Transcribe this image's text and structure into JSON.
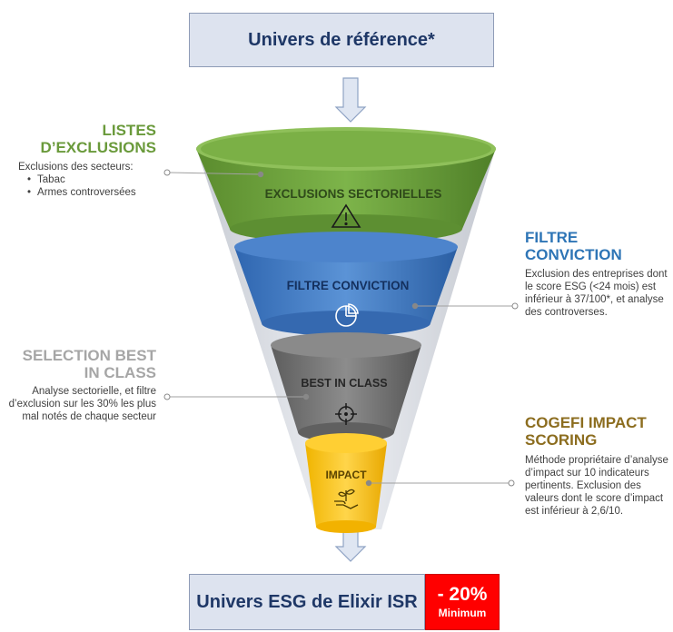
{
  "top_box": {
    "text": "Univers de référence*"
  },
  "bottom_box": {
    "text": "Univers ESG de Elixir ISR"
  },
  "badge": {
    "percent": "- 20%",
    "label": "Minimum",
    "color": "#ff0000"
  },
  "layers": [
    {
      "label": "EXCLUSIONS SECTORIELLES",
      "icon": "warning-icon",
      "color": "#71a441"
    },
    {
      "label": "FILTRE CONVICTION",
      "icon": "pie-chart-icon",
      "color": "#4a7ec4"
    },
    {
      "label": "BEST IN CLASS",
      "icon": "target-icon",
      "color": "#7f7f7f"
    },
    {
      "label": "IMPACT",
      "icon": "plant-hand-icon",
      "color": "#ffc000"
    }
  ],
  "annotations": {
    "exclusions": {
      "title": "LISTES D’EXCLUSIONS",
      "color": "#6a9a3b",
      "desc": "Exclusions des secteurs:",
      "items": [
        "Tabac",
        "Armes controversées"
      ]
    },
    "conviction": {
      "title": "FILTRE CONVICTION",
      "color": "#2e75b6",
      "desc": "Exclusion des entreprises dont le score ESG (<24 mois) est inférieur à 37/100*, et analyse des controverses."
    },
    "best_in_class": {
      "title": "SELECTION BEST IN CLASS",
      "color": "#a6a6a6",
      "desc": "Analyse sectorielle, et filtre d’exclusion sur les 30% les plus mal notés de chaque secteur"
    },
    "impact": {
      "title": "COGEFI IMPACT SCORING",
      "color": "#8c6d1f",
      "desc": "Méthode propriétaire d’analyse d’impact sur 10 indicateurs pertinents. Exclusion des valeurs dont le score d’impact est inférieur à 2,6/10."
    }
  }
}
